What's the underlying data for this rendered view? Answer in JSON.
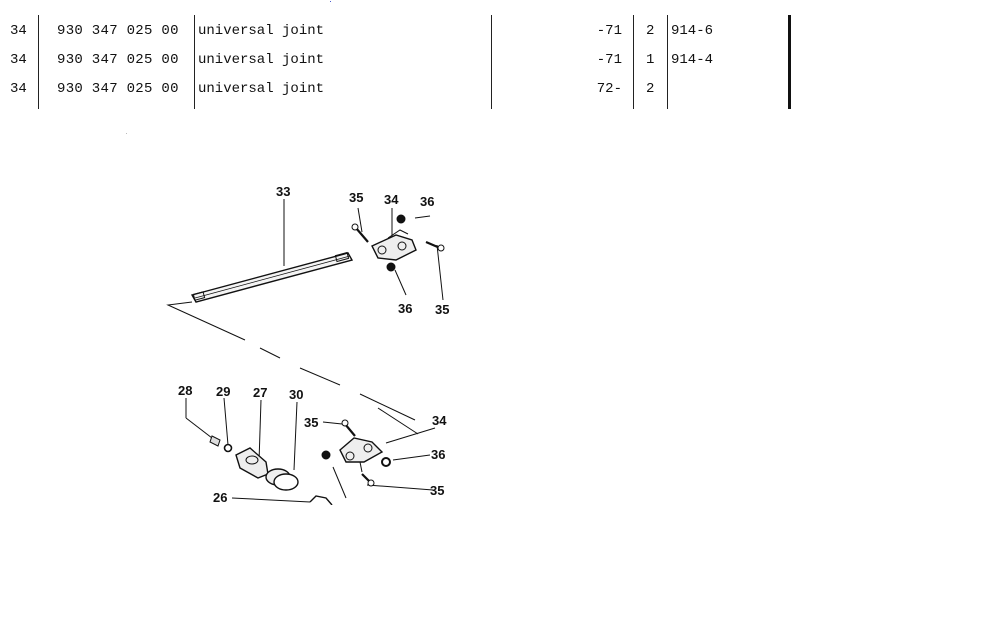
{
  "table": {
    "rows": [
      {
        "pos": "34",
        "part_number": "930 347 025 00",
        "description": "universal joint",
        "remark": "-71",
        "qty": "2",
        "model": "914-6"
      },
      {
        "pos": "34",
        "part_number": "930 347 025 00",
        "description": "universal joint",
        "remark": "-71",
        "qty": "1",
        "model": "914-4"
      },
      {
        "pos": "34",
        "part_number": "930 347 025 00",
        "description": "universal joint",
        "remark": "72-",
        "qty": "2",
        "model": ""
      }
    ]
  },
  "diagram": {
    "callouts": {
      "shaft": "33",
      "upper_bolt_left": "35",
      "upper_joint": "34",
      "upper_nut_top": "36",
      "upper_nut_bottom": "36",
      "upper_bolt_right": "35",
      "nut_28": "28",
      "washer_29": "29",
      "clamp_27": "27",
      "bushing_30": "30",
      "lower_bolt_top": "35",
      "lower_joint": "34",
      "lower_nut": "36",
      "lower_bolt_bottom": "35",
      "part_26": "26"
    }
  }
}
